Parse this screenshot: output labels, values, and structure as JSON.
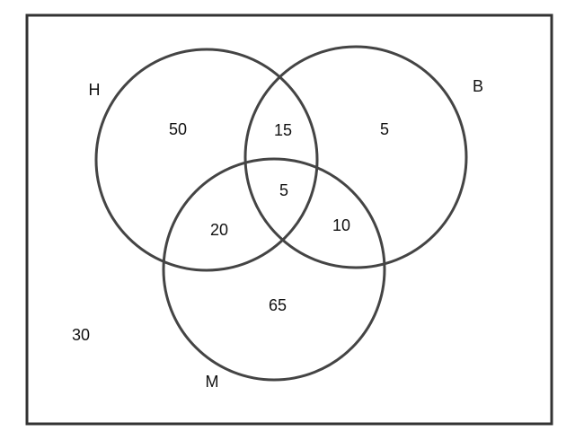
{
  "sets": {
    "h": "H",
    "b": "B",
    "m": "M"
  },
  "regions": {
    "h_only": "50",
    "h_and_b": "15",
    "b_only": "5",
    "h_b_and_m": "5",
    "h_and_m": "20",
    "b_and_m": "10",
    "m_only": "65",
    "outside": "30"
  },
  "colors": {
    "stroke": "#444444",
    "frame": "#333333",
    "text": "#111111",
    "background": "#ffffff"
  }
}
